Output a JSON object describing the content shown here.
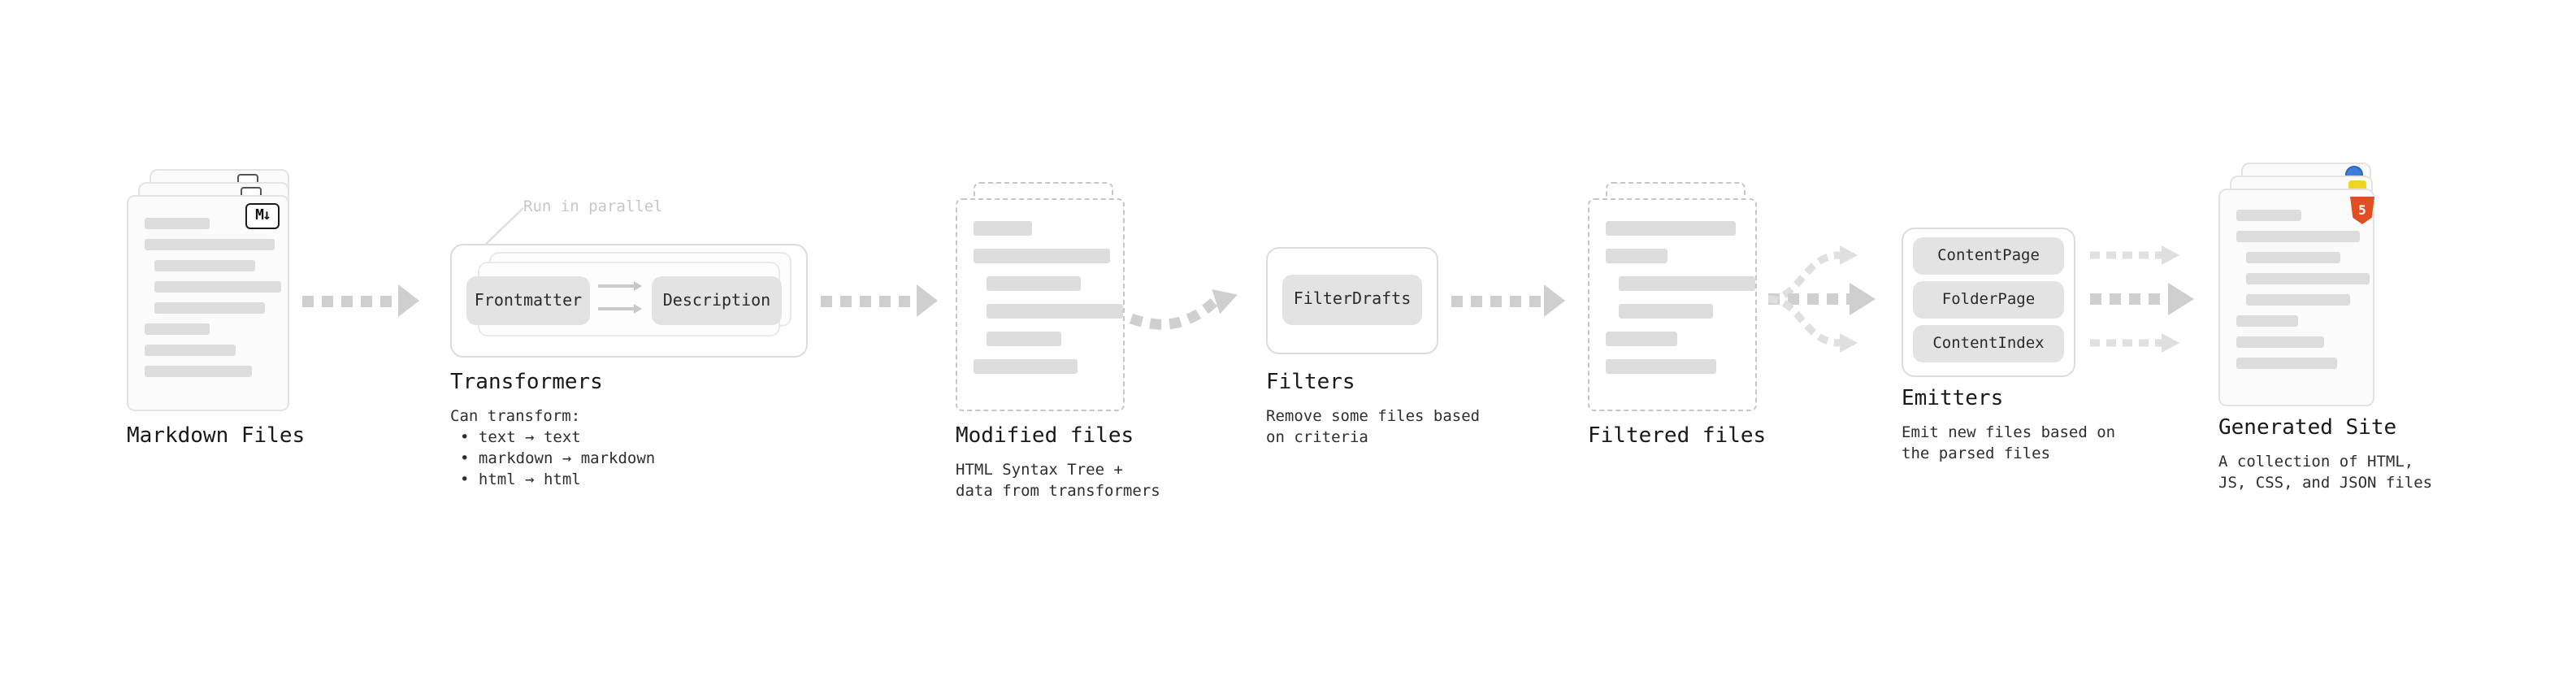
{
  "nodes": {
    "markdown_files": {
      "label": "Markdown Files",
      "badge": "M↓"
    },
    "transformers": {
      "label": "Transformers",
      "annotation": "Run in parallel",
      "steps": [
        "Frontmatter",
        "Description"
      ],
      "desc_title": "Can transform:",
      "bullets": [
        "• text → text",
        "• markdown → markdown",
        "• html → html"
      ]
    },
    "modified_files": {
      "label": "Modified files",
      "desc": "HTML Syntax Tree +\ndata from transformers"
    },
    "filters": {
      "label": "Filters",
      "steps": [
        "FilterDrafts"
      ],
      "desc": "Remove some files based\non criteria"
    },
    "filtered_files": {
      "label": "Filtered files"
    },
    "emitters": {
      "label": "Emitters",
      "steps": [
        "ContentPage",
        "FolderPage",
        "ContentIndex"
      ],
      "desc": "Emit new files based on\nthe parsed files"
    },
    "generated_site": {
      "label": "Generated Site",
      "badge": "5",
      "desc": "A collection of HTML,\nJS, CSS, and JSON files"
    }
  }
}
